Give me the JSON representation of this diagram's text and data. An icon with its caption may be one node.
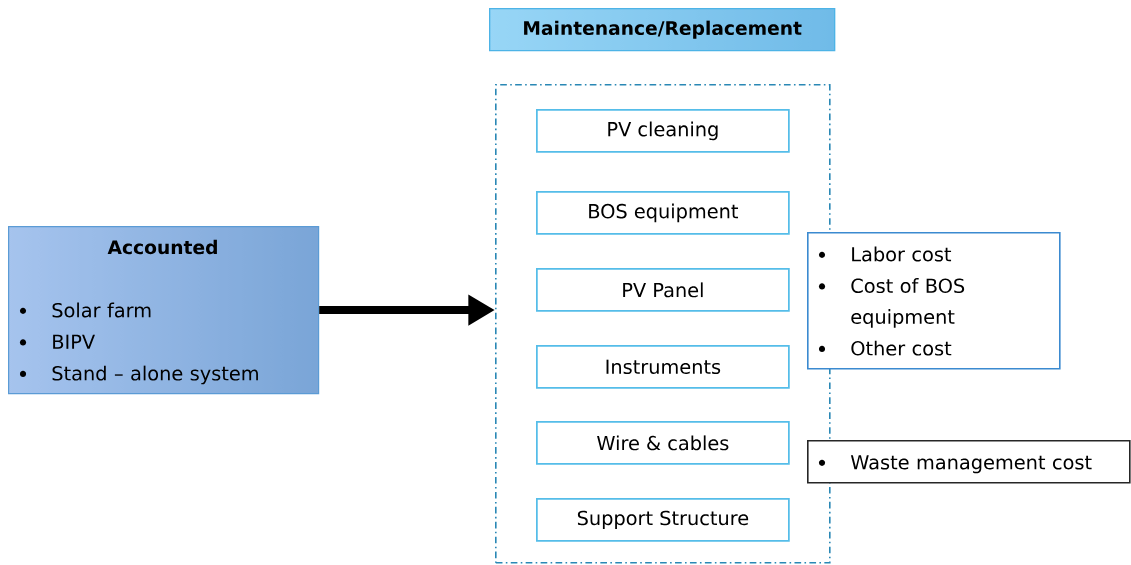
{
  "diagram": {
    "nodes": [
      {
        "text": [
          "Accounted",
          "Solar farm",
          "BIPV",
          "Stand – alone system"
        ]
      },
      {
        "text": [
          "Maintenance/Replacement"
        ]
      },
      {
        "text": [],
        "shape": "box"
      },
      {
        "text": [
          "PV cleaning"
        ],
        "in": 2
      },
      {
        "text": [
          "BOS equipment"
        ],
        "in": 2
      },
      {
        "text": [
          "PV Panel"
        ],
        "in": 2
      },
      {
        "text": [
          "Instruments"
        ],
        "in": 2
      },
      {
        "text": [
          "Wire & cables"
        ],
        "in": 2
      },
      {
        "text": [
          "Support Structure"
        ],
        "in": 2
      },
      {
        "text": [
          "Labor cost",
          "Cost of BOS equipment",
          "Other cost"
        ]
      },
      {
        "text": [
          "Waste management cost"
        ]
      }
    ],
    "edges": [
      {
        "from": 0,
        "to": 2,
        "arrow": "to"
      }
    ]
  }
}
